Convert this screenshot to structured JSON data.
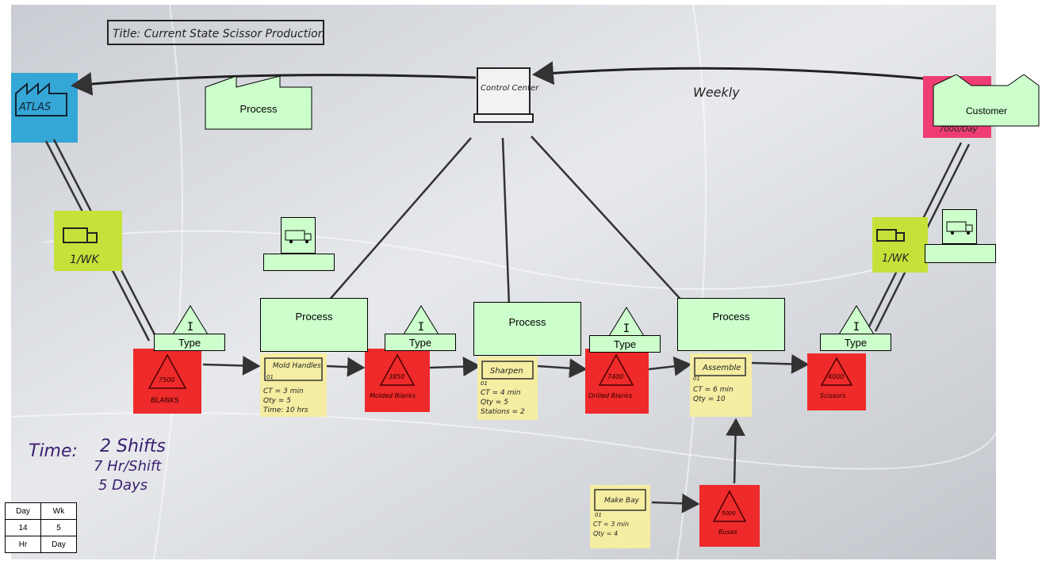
{
  "board": {
    "title": "Title: Current State Scissor Production",
    "atlas": "ATLAS",
    "control": "Control Center",
    "weekly": "Weekly",
    "customer_note": "7000/Day",
    "freq_left": "1/WK",
    "freq_right": "1/WK",
    "process_notes": [
      {
        "name": "Mold Handles",
        "id": "01",
        "lines": [
          "CT = 3 min",
          "Qty = 5",
          "Time: 10 hrs"
        ]
      },
      {
        "name": "Sharpen",
        "id": "01",
        "lines": [
          "CT = 4 min",
          "Qty = 5",
          "Stations = 2"
        ]
      },
      {
        "name": "Assemble",
        "id": "01",
        "lines": [
          "CT = 6 min",
          "Qty = 10"
        ]
      },
      {
        "name": "Make Bay",
        "id": "01",
        "lines": [
          "CT = 3 min",
          "Qty = 4"
        ]
      }
    ],
    "inventory": [
      {
        "qty": "7500",
        "label": "BLANKS"
      },
      {
        "qty": "3850",
        "label": "Molded Blanks"
      },
      {
        "qty": "7400",
        "label": "Drilled Blanks"
      },
      {
        "qty": "4000",
        "label": "Scissors"
      },
      {
        "qty": "5000",
        "label": "Buses"
      }
    ],
    "time": {
      "heading": "Time:",
      "shifts": "2 Shifts",
      "hours": "7 Hr/Shift",
      "days": "5 Days"
    }
  },
  "overlay": {
    "supplier_label": "Process",
    "customer_label": "Customer",
    "process_labels": [
      "Process",
      "Process",
      "Process"
    ],
    "inventory_symbol": "I",
    "type_label": "Type"
  },
  "timetable": {
    "rows": [
      [
        "Day",
        "Wk"
      ],
      [
        "14",
        "5"
      ],
      [
        "Hr",
        "Day"
      ]
    ]
  },
  "colors": {
    "overlay_fill": "#ccffcc",
    "sticky_yellow": "#f4eda2",
    "sticky_red": "#ee2a2a",
    "sticky_lime": "#c6e23a",
    "sticky_blue": "#35a7d6",
    "sticky_pink": "#ef3d74",
    "marker_purple": "#3b1e6e"
  }
}
